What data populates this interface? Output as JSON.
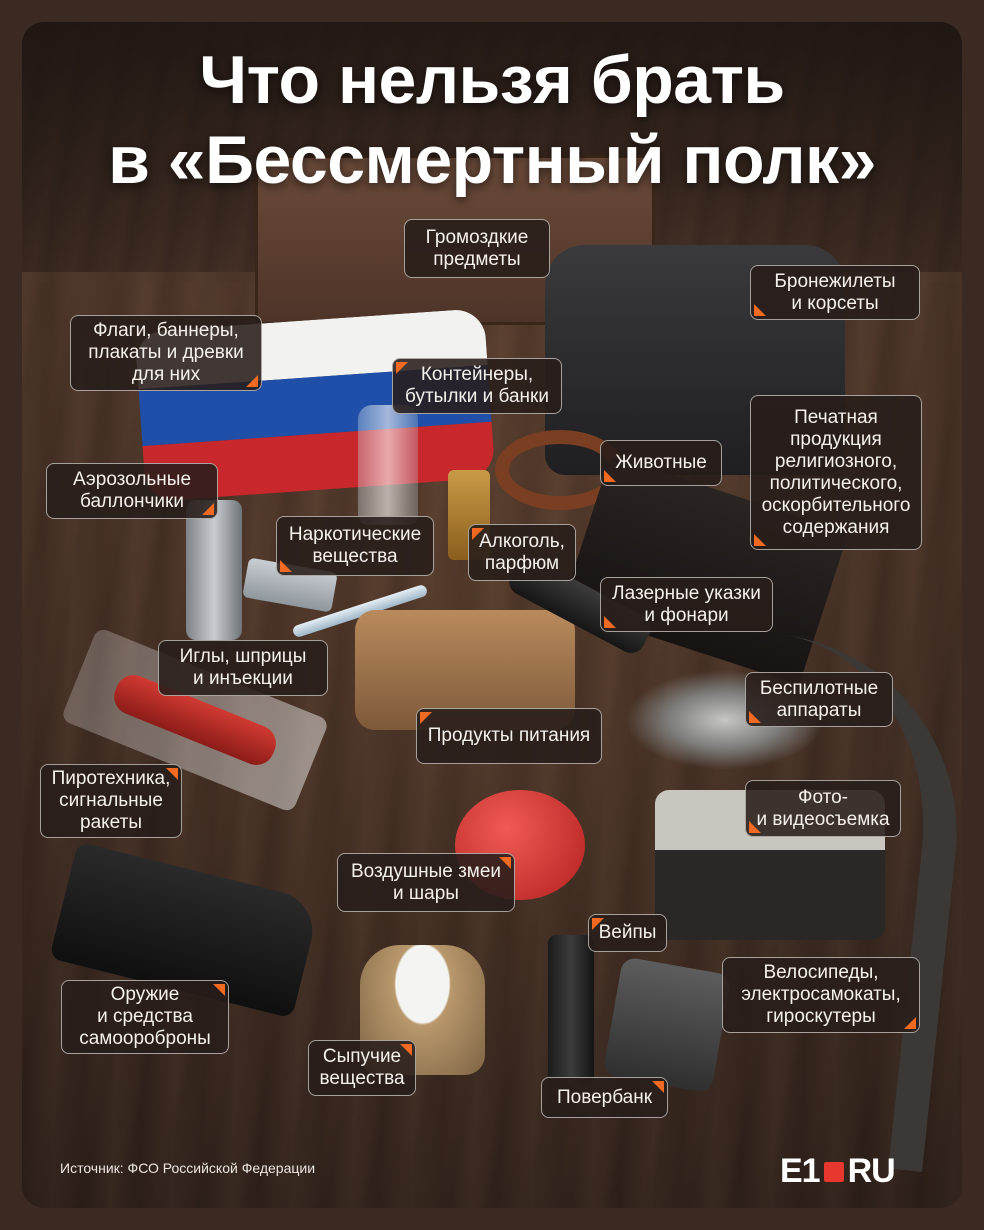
{
  "title": "Что нельзя брать\nв «Бессмертный полк»",
  "items": [
    {
      "id": "bulky",
      "text": "Громоздкие\nпредметы"
    },
    {
      "id": "vests",
      "text": "Бронежилеты\nи корсеты"
    },
    {
      "id": "flags",
      "text": "Флаги, баннеры,\nплакаты и древки\nдля них"
    },
    {
      "id": "containers",
      "text": "Контейнеры,\nбутылки и банки"
    },
    {
      "id": "animals",
      "text": "Животные"
    },
    {
      "id": "printed",
      "text": "Печатная\nпродукция\nрелигиозного,\nполитического,\nоскорбительного\nсодержания"
    },
    {
      "id": "aerosol",
      "text": "Аэрозольные\nбаллончики"
    },
    {
      "id": "drugs",
      "text": "Наркотические\nвещества"
    },
    {
      "id": "alcohol",
      "text": "Алкоголь,\nпарфюм"
    },
    {
      "id": "lasers",
      "text": "Лазерные указки\nи фонари"
    },
    {
      "id": "needles",
      "text": "Иглы, шприцы\nи инъекции"
    },
    {
      "id": "drones",
      "text": "Беспилотные\nаппараты"
    },
    {
      "id": "food",
      "text": "Продукты питания"
    },
    {
      "id": "pyro",
      "text": "Пиротехника,\nсигнальные\nракеты"
    },
    {
      "id": "photo",
      "text": "Фото-\nи видеосъемка"
    },
    {
      "id": "kites",
      "text": "Воздушные змеи\nи шары"
    },
    {
      "id": "vapes",
      "text": "Вейпы"
    },
    {
      "id": "weapons",
      "text": "Оружие\nи средства\nсамоороброны"
    },
    {
      "id": "bikes",
      "text": "Велосипеды,\nэлектросамокаты,\nгироскутеры"
    },
    {
      "id": "bulk",
      "text": "Сыпучие\nвещества"
    },
    {
      "id": "powerbank",
      "text": "Повербанк"
    }
  ],
  "source": "Источник: ФСО Российской Федерации",
  "logo": {
    "left": "E1",
    "right": "RU"
  },
  "colors": {
    "accent": "#f26a21",
    "logo_mark": "#e8372f",
    "label_bg": "#281e1a"
  }
}
